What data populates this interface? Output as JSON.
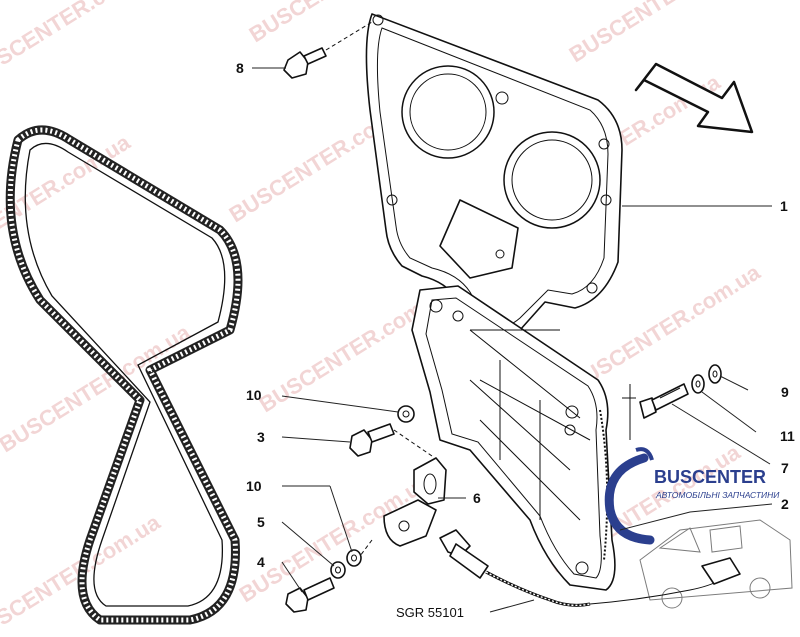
{
  "watermark": {
    "text": "BUSCENTER.com.ua",
    "color": "#e07070"
  },
  "callouts": [
    {
      "id": "c8",
      "label": "8"
    },
    {
      "id": "c1",
      "label": "1"
    },
    {
      "id": "c9",
      "label": "9"
    },
    {
      "id": "c11",
      "label": "11"
    },
    {
      "id": "c7",
      "label": "7"
    },
    {
      "id": "c2",
      "label": "2"
    },
    {
      "id": "c10a",
      "label": "10"
    },
    {
      "id": "c3",
      "label": "3"
    },
    {
      "id": "c10b",
      "label": "10"
    },
    {
      "id": "c6",
      "label": "6"
    },
    {
      "id": "c5",
      "label": "5"
    },
    {
      "id": "c4",
      "label": "4"
    }
  ],
  "reference": "SGR 55101",
  "logo": {
    "brand": "BUSCENTER",
    "tagline": "АВТОМОБІЛЬНІ ЗАПЧАСТИНИ",
    "color": "#2b3f8e"
  },
  "icons": {
    "direction": "direction-arrow-icon",
    "van": "van-icon"
  }
}
